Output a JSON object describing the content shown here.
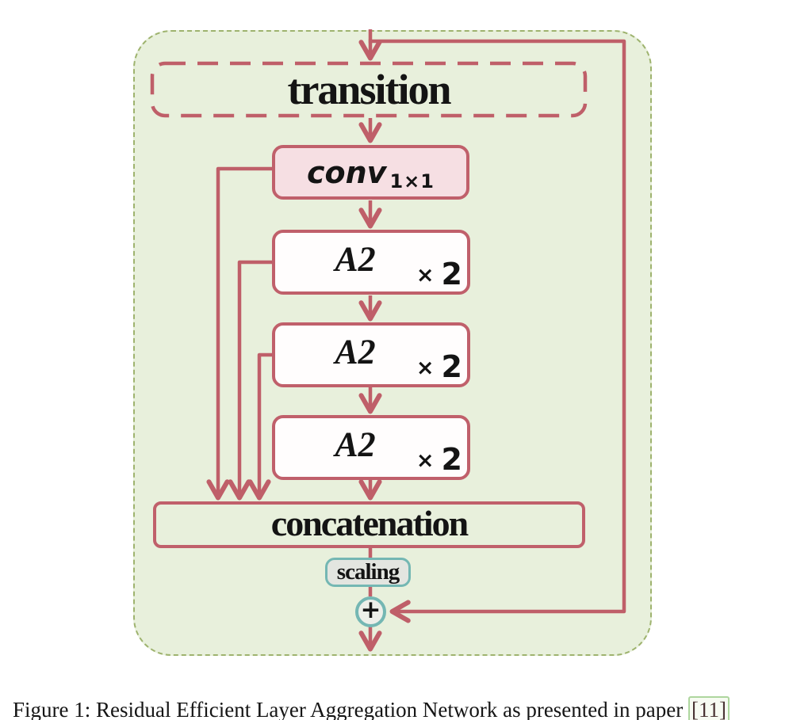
{
  "diagram": {
    "transition_label": "transition",
    "conv_label": "conv",
    "conv_subscript": "1×1",
    "a2_blocks": [
      {
        "label": "A2",
        "times": "×",
        "count": "2"
      },
      {
        "label": "A2",
        "times": "×",
        "count": "2"
      },
      {
        "label": "A2",
        "times": "×",
        "count": "2"
      }
    ],
    "concatenation_label": "concatenation",
    "scaling_label": "scaling",
    "sum_symbol": "+",
    "colors": {
      "container_fill": "#e8f0dc",
      "container_border": "#9eb36e",
      "wire_red": "#bf5f69",
      "conv_fill": "#f6dfe3",
      "block_fill": "#fffdfd",
      "teal_border": "#74b7b3",
      "scaling_fill": "#e3e5e0",
      "text": "#141414",
      "citation_border": "#aed69e"
    }
  },
  "caption": {
    "text": "Figure 1: Residual Efficient Layer Aggregation Network as presented in paper",
    "citation": "[11]"
  }
}
